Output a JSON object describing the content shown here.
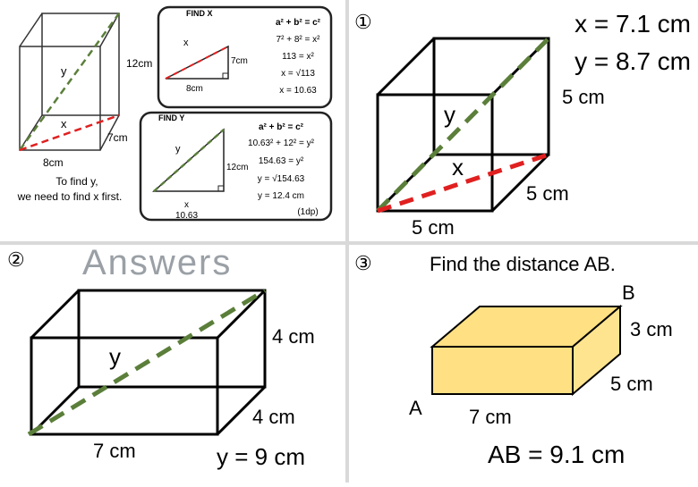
{
  "worked_example": {
    "labels": {
      "y": "y",
      "x": "x",
      "h": "12cm",
      "d": "7cm",
      "w": "8cm"
    },
    "note_line1": "To find y,",
    "note_line2": "we need to find x first.",
    "find_x": {
      "title": "FIND X",
      "tri_hyp": "x",
      "tri_side": "7cm",
      "tri_base": "8cm",
      "steps": [
        "a² + b² = c²",
        "7² + 8² = x²",
        "113 = x²",
        "x = √113",
        "x = 10.63"
      ]
    },
    "find_y": {
      "title": "FIND Y",
      "tri_hyp": "y",
      "tri_side": "12cm",
      "tri_base1": "x",
      "tri_base2": "10.63",
      "steps": [
        "a² + b² = c²",
        "10.63² + 12² = y²",
        "154.63 = y²",
        "y = √154.63",
        "y = 12.4 cm",
        "(1dp)"
      ]
    }
  },
  "q1": {
    "number": "①",
    "ans_x": "x = 7.1 cm",
    "ans_y": "y = 8.7 cm",
    "y_label": "y",
    "x_label": "x",
    "h": "5 cm",
    "d": "5 cm",
    "w": "5 cm"
  },
  "q2": {
    "number": "②",
    "title": "Answers",
    "y_label": "y",
    "h": "4 cm",
    "d": "4 cm",
    "w": "7 cm",
    "answer": "y = 9 cm"
  },
  "q3": {
    "number": "③",
    "prompt": "Find the distance AB.",
    "a": "A",
    "b": "B",
    "h": "3 cm",
    "d": "5 cm",
    "w": "7 cm",
    "answer": "AB = 9.1 cm"
  },
  "colors": {
    "green_diag": "#5b7f3a",
    "red_diag": "#e02020",
    "box_fill": "#ffe082",
    "box_top": "#ffd740"
  }
}
